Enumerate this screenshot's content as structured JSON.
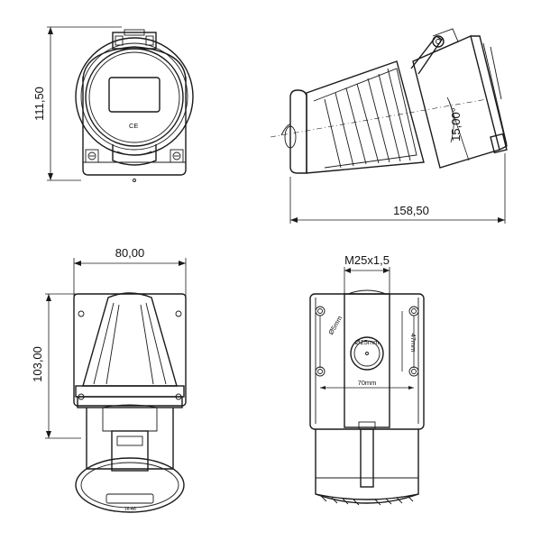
{
  "dimensions": {
    "front_height": "111,50",
    "side_length": "158,50",
    "side_angle": "15,00°",
    "width": "80,00",
    "bottom_height": "103,00",
    "thread": "M25x1,5"
  },
  "rear_labels": {
    "hole_diameter": "Ø5mm",
    "center_diameter": "Ø25mm",
    "vertical_spacing": "47mm",
    "horizontal_spacing": "70mm"
  },
  "markings": {
    "ce_mark": "CE",
    "rating_small": "16 A6"
  }
}
